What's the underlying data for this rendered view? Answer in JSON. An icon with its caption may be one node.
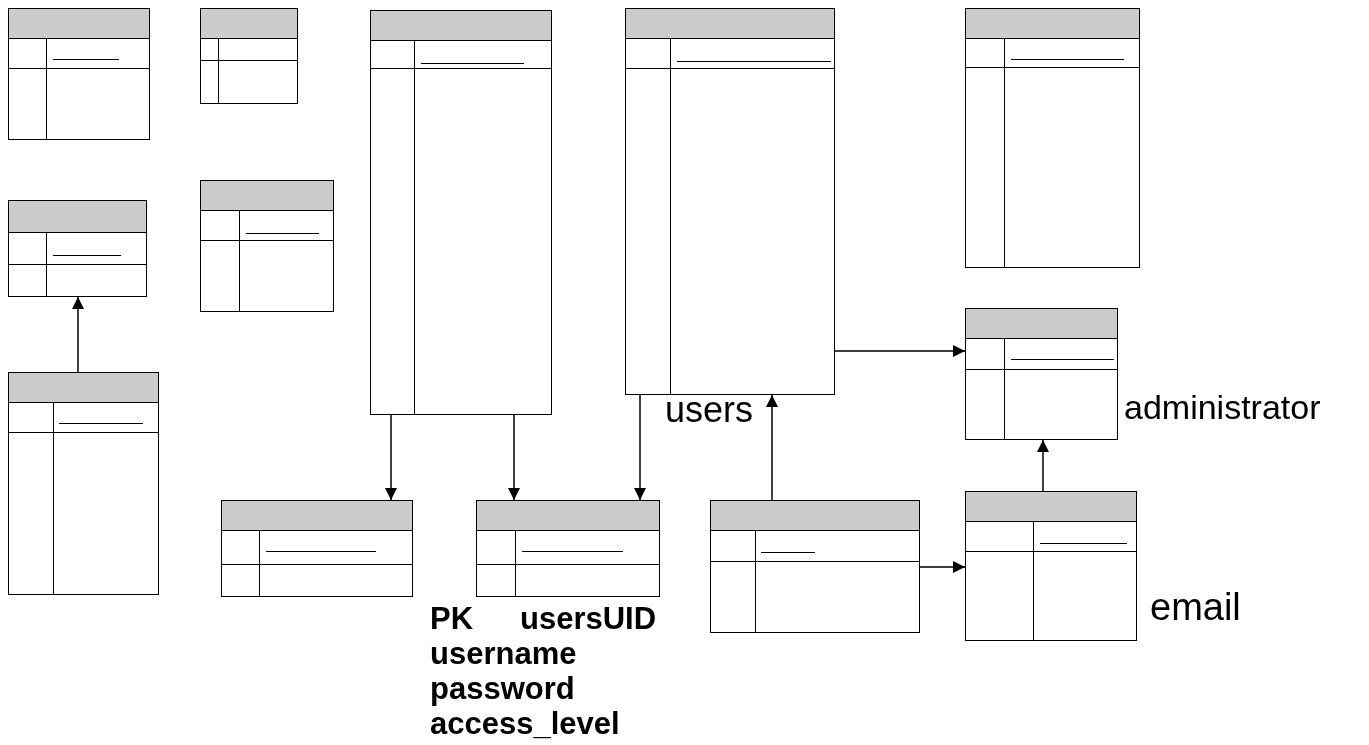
{
  "diagram": {
    "nodes": [
      {
        "text": [],
        "shape": "table"
      },
      {
        "text": [],
        "shape": "table"
      },
      {
        "text": [],
        "shape": "table"
      },
      {
        "text": [],
        "shape": "table"
      },
      {
        "text": [],
        "shape": "table"
      },
      {
        "text": [],
        "shape": "table"
      },
      {
        "text": [],
        "shape": "table"
      },
      {
        "text": [],
        "shape": "table"
      },
      {
        "text": [],
        "shape": "table"
      },
      {
        "text": [],
        "shape": "table"
      },
      {
        "text": [],
        "shape": "table"
      },
      {
        "text": [],
        "shape": "table"
      },
      {
        "text": [],
        "shape": "table"
      }
    ],
    "edges": [
      {
        "from": 8,
        "to": 5,
        "arrow": "to"
      },
      {
        "from": 2,
        "to": 9,
        "arrow": "to"
      },
      {
        "from": 2,
        "to": 10,
        "arrow": "to"
      },
      {
        "from": 3,
        "to": 10,
        "arrow": "to"
      },
      {
        "from": 11,
        "to": 3,
        "arrow": "to"
      },
      {
        "from": 3,
        "to": 7,
        "arrow": "to"
      },
      {
        "from": 11,
        "to": 12,
        "arrow": "to"
      },
      {
        "from": 12,
        "to": 7,
        "arrow": "to"
      }
    ],
    "labels": [
      "users",
      "administrator",
      "PK",
      "usersUID",
      "username",
      "password",
      "access_level",
      "email"
    ]
  }
}
